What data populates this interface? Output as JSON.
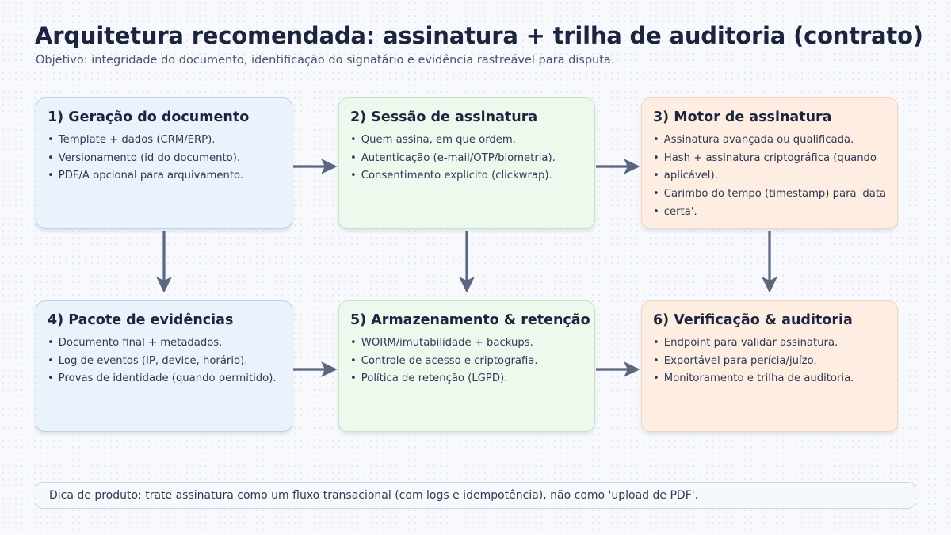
{
  "header": {
    "title": "Arquitetura recomendada: assinatura + trilha de auditoria (contrato)",
    "subtitle": "Objetivo: integridade do documento, identificação do signatário e evidência rastreável para disputa."
  },
  "nodes": [
    {
      "id": "node-1",
      "color": "blue",
      "title": "1) Geração do documento",
      "lines": [
        "Template + dados (CRM/ERP).",
        "Versionamento (id do documento).",
        "PDF/A opcional para arquivamento."
      ]
    },
    {
      "id": "node-2",
      "color": "green",
      "title": "2) Sessão de assinatura",
      "lines": [
        "Quem assina, em que ordem.",
        "Autenticação (e-mail/OTP/biometria).",
        "Consentimento explícito (clickwrap)."
      ]
    },
    {
      "id": "node-3",
      "color": "peach",
      "title": "3) Motor de assinatura",
      "lines": [
        "Assinatura avançada ou qualificada.",
        "Hash + assinatura criptográfica (quando",
        "aplicável).",
        "Carimbo do tempo (timestamp) para 'data",
        "certa'."
      ]
    },
    {
      "id": "node-4",
      "color": "blue",
      "title": "4) Pacote de evidências",
      "lines": [
        "Documento final + metadados.",
        "Log de eventos (IP, device, horário).",
        "Provas de identidade (quando permitido)."
      ]
    },
    {
      "id": "node-5",
      "color": "green",
      "title": "5) Armazenamento & retenção",
      "lines": [
        "WORM/imutabilidade + backups.",
        "Controle de acesso e criptografia.",
        "Política de retenção (LGPD)."
      ]
    },
    {
      "id": "node-6",
      "color": "peach",
      "title": "6) Verificação & auditoria",
      "lines": [
        "Endpoint para validar assinatura.",
        "Exportável para perícia/juízo.",
        "Monitoramento e trilha de auditoria."
      ]
    }
  ],
  "connectors": [
    {
      "name": "arrow-node1-to-node2",
      "direction": "right"
    },
    {
      "name": "arrow-node2-to-node3",
      "direction": "right"
    },
    {
      "name": "arrow-node1-to-node4",
      "direction": "down"
    },
    {
      "name": "arrow-node2-to-node5",
      "direction": "down"
    },
    {
      "name": "arrow-node3-to-node6",
      "direction": "down"
    },
    {
      "name": "arrow-node4-to-node5",
      "direction": "right"
    },
    {
      "name": "arrow-node5-to-node6",
      "direction": "right"
    }
  ],
  "footer": {
    "note": "Dica de produto: trate assinatura como um fluxo transacional (com logs e idempotência), não como 'upload de PDF'."
  },
  "colors": {
    "background": "#f7f9fc",
    "ink": "#1b2540",
    "arrow": "#5a6781",
    "blue_fill": "#eaf2fb",
    "green_fill": "#eef9ee",
    "peach_fill": "#fdeee1"
  }
}
